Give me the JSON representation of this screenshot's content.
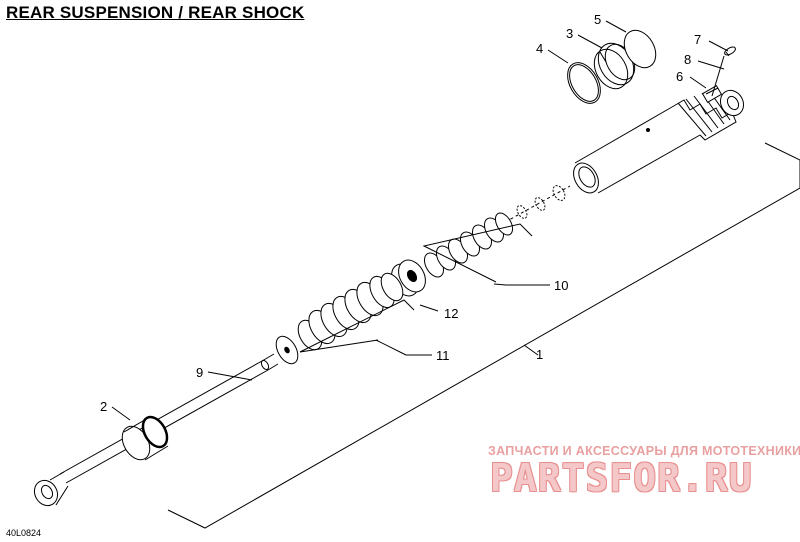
{
  "title": "REAR SUSPENSION / REAR SHOCK",
  "diagram_code": "40L0824",
  "watermark": {
    "caption": "ЗАПЧАСТИ И АКСЕССУАРЫ ДЛЯ МОТОТЕХНИКИ",
    "brand": "PARTSFOR.RU"
  },
  "callouts": {
    "c1": "1",
    "c2": "2",
    "c3": "3",
    "c4": "4",
    "c5": "5",
    "c6": "6",
    "c7": "7",
    "c8": "8",
    "c9": "9",
    "c10": "10",
    "c11": "11",
    "c12": "12"
  }
}
